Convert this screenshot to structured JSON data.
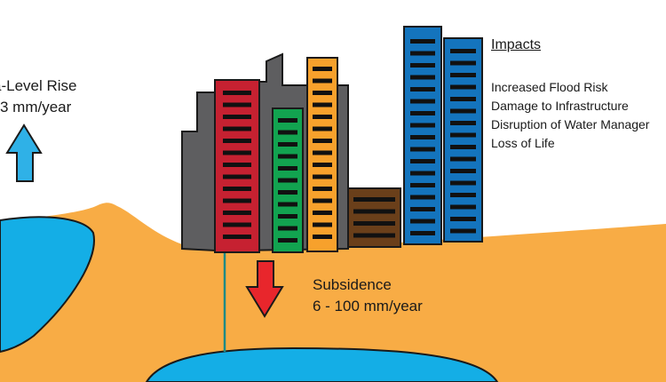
{
  "sea_level": {
    "title": "a-Level Rise",
    "rate": "3   mm/year"
  },
  "subsidence": {
    "title": "Subsidence",
    "rate": "6 - 100 mm/year"
  },
  "impacts": {
    "title": "Impacts",
    "items": [
      "Increased Flood Risk",
      "Damage to Infrastructure",
      "Disruption of Water Manager",
      "Loss of Life"
    ]
  },
  "colors": {
    "ground": "#f8ac45",
    "water": "#14aee6",
    "gray_building": "#5e5e60",
    "red_building": "#c62131",
    "green_building": "#12a350",
    "orange_building": "#f7a12c",
    "brown_building": "#6a3f1a",
    "blue_building": "#1474bd",
    "up_arrow": "#2fb1e7",
    "down_arrow": "#e8262c"
  }
}
